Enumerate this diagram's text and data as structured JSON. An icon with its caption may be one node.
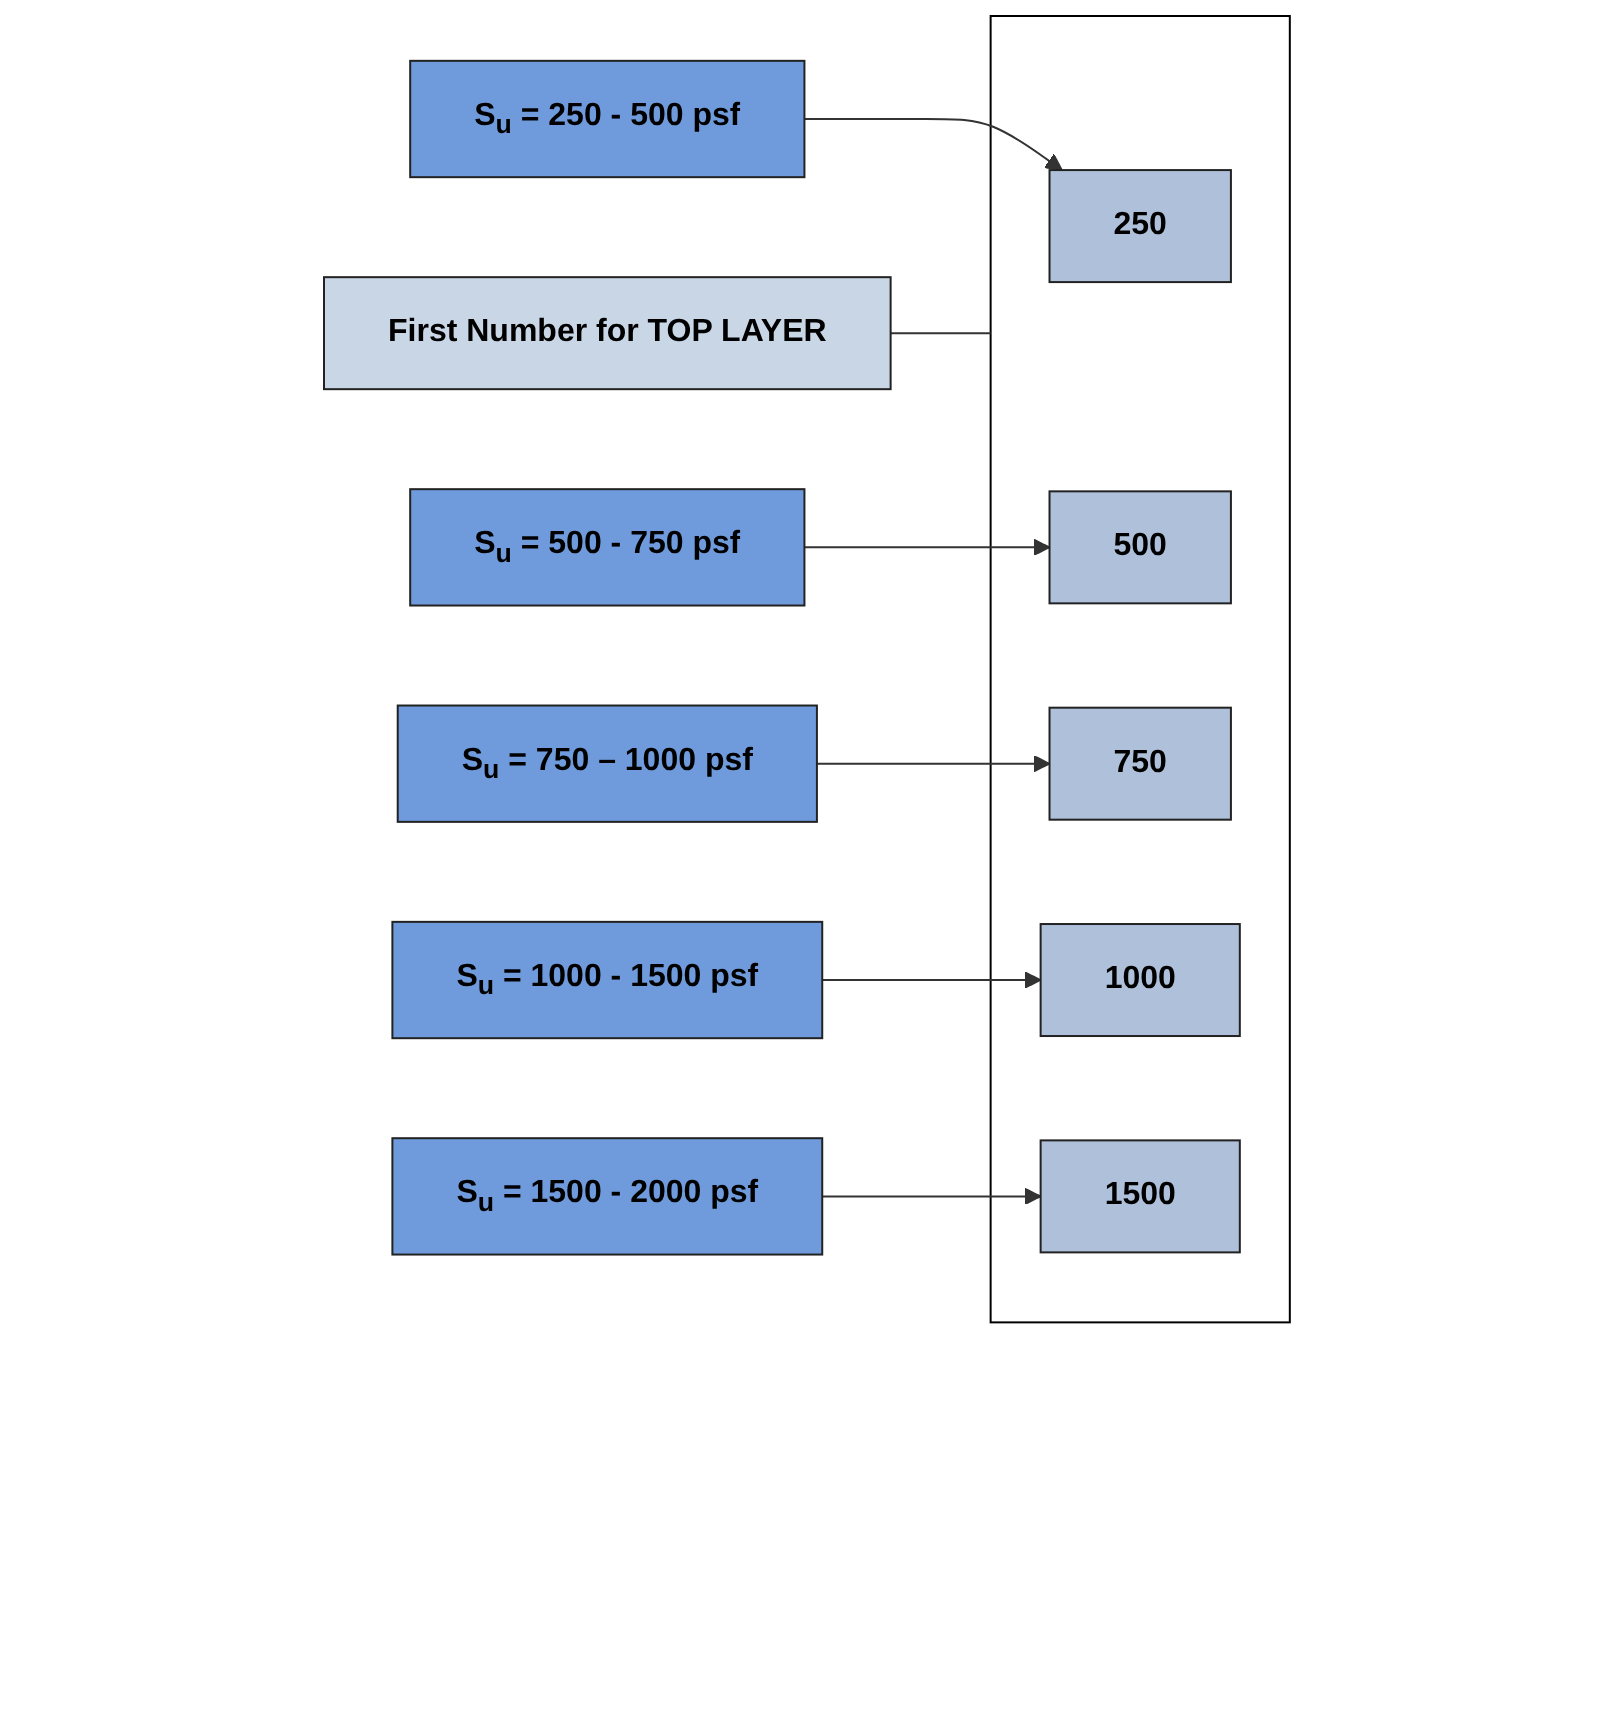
{
  "diagram": {
    "nodes": [
      {
        "text": [
          "First Number for TOP LAYER"
        ]
      },
      {
        "text": [],
        "shape": "box"
      },
      {
        "text": [
          "S$_{u}$ = 250 - 500 psf"
        ]
      },
      {
        "text": [
          "250"
        ],
        "in": 1
      },
      {
        "text": [
          "S$_{u}$ = 500 - 750 psf"
        ]
      },
      {
        "text": [
          "500"
        ],
        "in": 1
      },
      {
        "text": [
          "S$_{u}$ = 750 – 1000 psf"
        ]
      },
      {
        "text": [
          "750"
        ],
        "in": 1
      },
      {
        "text": [
          "S$_{u}$ = 1000 - 1500 psf"
        ]
      },
      {
        "text": [
          "1000"
        ],
        "in": 1
      },
      {
        "text": [
          "S$_{u}$ = 1500 - 2000 psf"
        ]
      },
      {
        "text": [
          "1500"
        ],
        "in": 1
      }
    ],
    "edges": [
      {
        "from": 0,
        "to": 1,
        "arrow": "none"
      },
      {
        "from": 2,
        "to": 3,
        "arrow": "to"
      },
      {
        "from": 4,
        "to": 5,
        "arrow": "to"
      },
      {
        "from": 6,
        "to": 7,
        "arrow": "to"
      },
      {
        "from": 8,
        "to": 9,
        "arrow": "to"
      },
      {
        "from": 10,
        "to": 11,
        "arrow": "to"
      }
    ]
  }
}
